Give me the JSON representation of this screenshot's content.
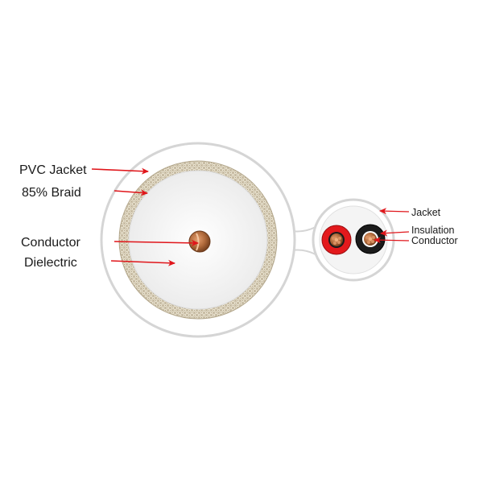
{
  "coax_labels": {
    "jacket": "PVC Jacket",
    "braid": "85% Braid",
    "conductor": "Conductor",
    "dielectric": "Dielectric"
  },
  "pair_labels": {
    "jacket": "Jacket",
    "insulation": "Insulation",
    "conductor": "Conductor"
  },
  "colors": {
    "jacket_outline": "#d5d5d5",
    "dielectric": "#f2f2f2",
    "braid": "#c7bca4",
    "copper": "#b06a3b",
    "arrow": "#e0161b",
    "red_insulation": "#e3191c",
    "black_insulation": "#1b1b1b"
  }
}
